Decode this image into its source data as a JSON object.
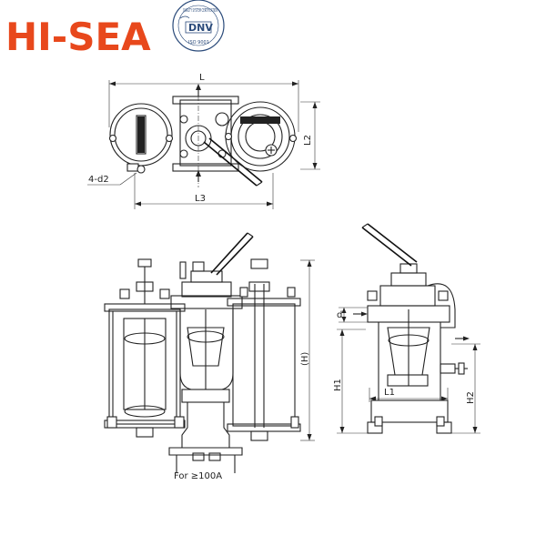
{
  "brand": {
    "logo_text": "HI-SEA",
    "cert_arc_text": "QUALITY SYSTEM CERTIFICATION",
    "cert_mark": "DNV",
    "cert_standard": "ISO 9001"
  },
  "top_view": {
    "dim_L": "L",
    "dim_L2": "L2",
    "dim_L3": "L3",
    "hole_callout": "4-d2"
  },
  "front_view": {
    "dim_H": "(H)",
    "note": "For ≥100A"
  },
  "side_view": {
    "dim_d": "d",
    "dim_H1": "H1",
    "dim_H2": "H2",
    "dim_L1": "L1"
  },
  "colors": {
    "logo": "#e8481c",
    "cert": "#2a4a7a",
    "line": "#222222"
  }
}
